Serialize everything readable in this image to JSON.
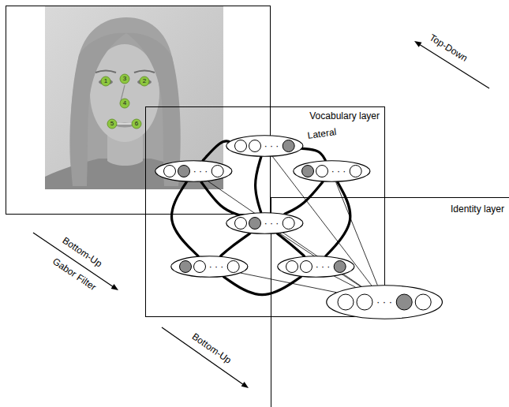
{
  "diagram": {
    "nodes": [
      {
        "text": [
          "Vocabulary layer"
        ]
      },
      {
        "text": [
          "· · ·"
        ],
        "in": 0
      },
      {
        "text": [
          "· · ·"
        ],
        "in": 0
      },
      {
        "text": [
          "· · ·"
        ],
        "in": 0
      },
      {
        "text": [
          "· · ·"
        ],
        "in": 0
      },
      {
        "text": [
          "· · ·"
        ],
        "in": 0
      },
      {
        "text": [
          "· · ·"
        ],
        "in": 0
      },
      {
        "text": [
          "Identity layer"
        ]
      },
      {
        "text": [
          "· · ·"
        ],
        "in": 7
      }
    ],
    "edges": [
      {
        "from": 1,
        "to": 2,
        "arrow": "none"
      },
      {
        "from": 1,
        "to": 3,
        "arrow": "none"
      },
      {
        "from": 1,
        "to": 4,
        "arrow": "none"
      },
      {
        "from": 2,
        "to": 4,
        "arrow": "none"
      },
      {
        "from": 3,
        "to": 4,
        "arrow": "none"
      },
      {
        "from": 2,
        "to": 5,
        "arrow": "none"
      },
      {
        "from": 3,
        "to": 6,
        "arrow": "none"
      },
      {
        "from": 4,
        "to": 5,
        "arrow": "none"
      },
      {
        "from": 4,
        "to": 6,
        "arrow": "none"
      },
      {
        "from": 5,
        "to": 6,
        "arrow": "none"
      },
      {
        "from": 8,
        "to": 1,
        "arrow": "none"
      },
      {
        "from": 8,
        "to": 2,
        "arrow": "none"
      },
      {
        "from": 8,
        "to": 3,
        "arrow": "none"
      },
      {
        "from": 8,
        "to": 4,
        "arrow": "none"
      },
      {
        "from": 8,
        "to": 5,
        "arrow": "none"
      },
      {
        "from": 8,
        "to": 6,
        "arrow": "none"
      }
    ],
    "labels": [
      "1",
      "2",
      "3",
      "4",
      "5",
      "6",
      "Lateral",
      "Top-Down",
      "Bottom-Up",
      "Gabor Filter",
      "Bottom-Up"
    ]
  }
}
